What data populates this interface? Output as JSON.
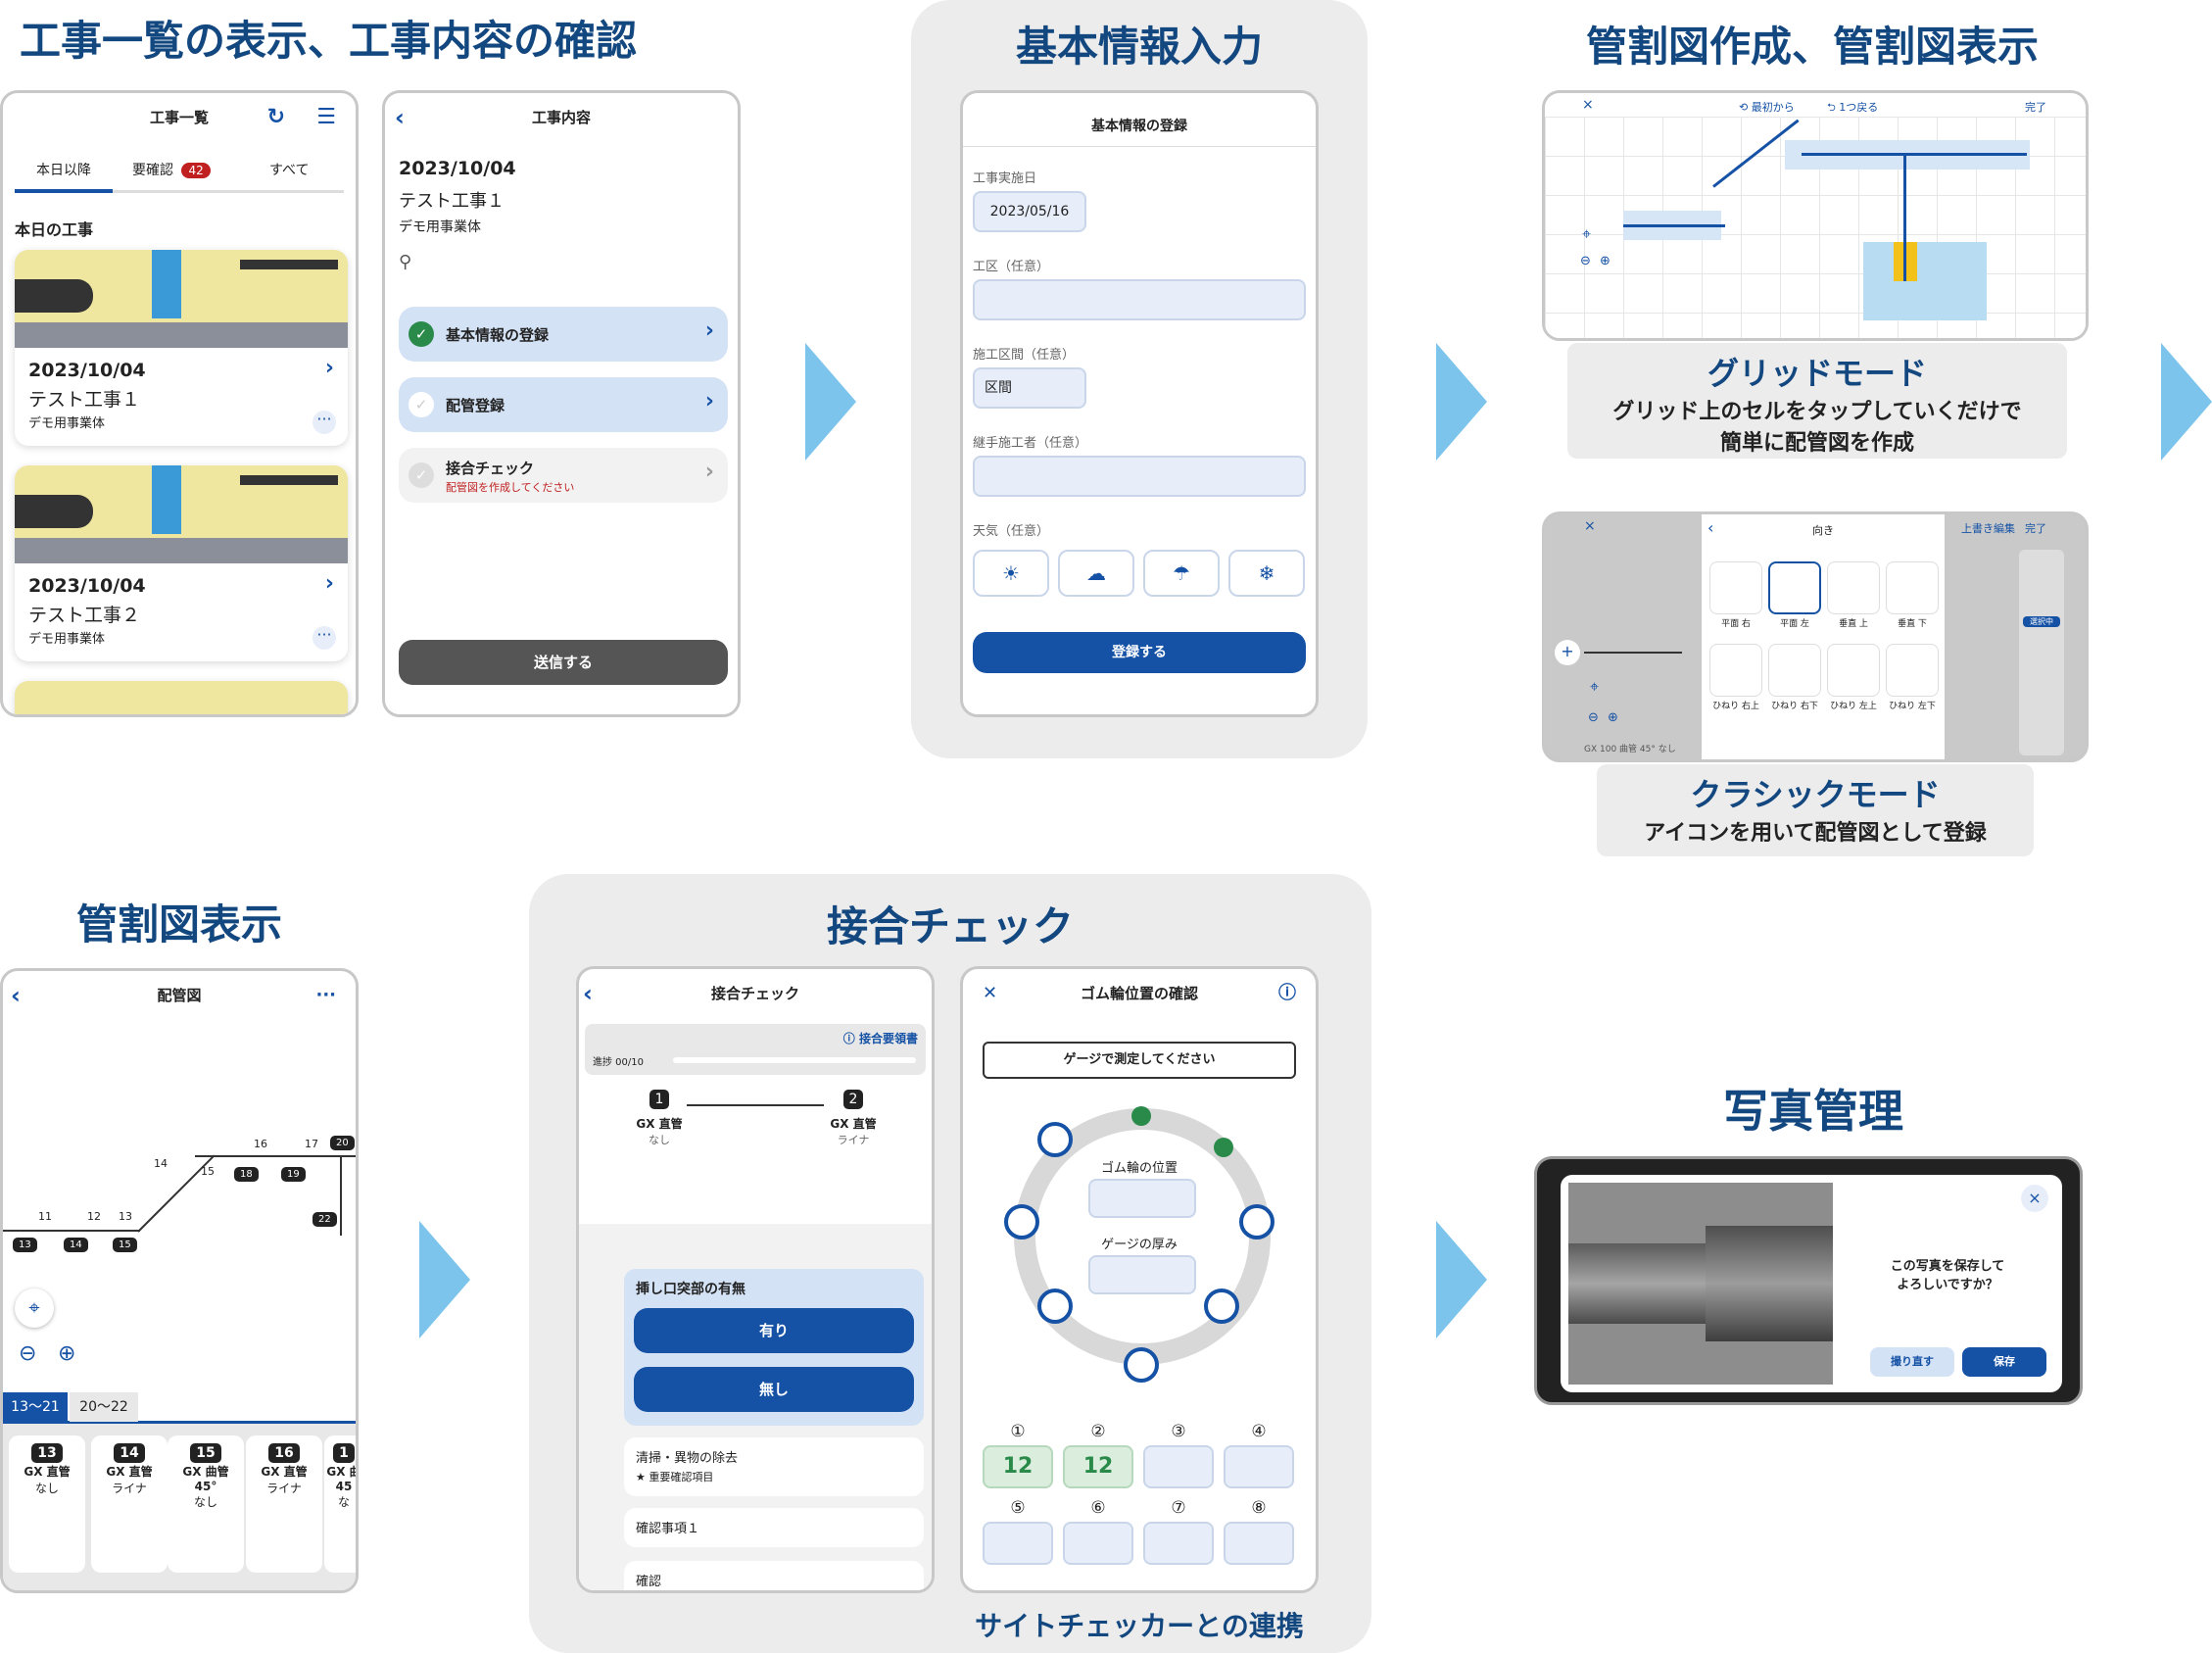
{
  "sections": {
    "list": "工事一覧の表示、工事内容の確認",
    "basic": "基本情報入力",
    "drawing": "管割図作成、管割図表示",
    "view": "管割図表示",
    "check": "接合チェック",
    "photo": "写真管理"
  },
  "list_screen": {
    "title": "工事一覧",
    "tabs": [
      "本日以降",
      "要確認",
      "すべて"
    ],
    "badge": "42",
    "section_label": "本日の工事",
    "items": [
      {
        "date": "2023/10/04",
        "name": "テスト工事１",
        "org": "デモ用事業体"
      },
      {
        "date": "2023/10/04",
        "name": "テスト工事２",
        "org": "デモ用事業体"
      }
    ]
  },
  "detail_screen": {
    "title": "工事内容",
    "date": "2023/10/04",
    "name": "テスト工事１",
    "org": "デモ用事業体",
    "rows": [
      {
        "label": "基本情報の登録",
        "sub": ""
      },
      {
        "label": "配管登録",
        "sub": ""
      },
      {
        "label": "接合チェック",
        "sub": "配管図を作成してください"
      }
    ],
    "send": "送信する"
  },
  "basic_screen": {
    "title": "基本情報の登録",
    "date_label": "工事実施日",
    "date_value": "2023/05/16",
    "area_label": "工区（任意）",
    "section_label": "施工区間（任意）",
    "section_value": "区間",
    "worker_label": "継手施工者（任意）",
    "weather_label": "天気（任意）",
    "weather": [
      "☀",
      "☁",
      "☂",
      "❄"
    ],
    "submit": "登録する"
  },
  "grid_screen": {
    "close": "×",
    "reset": "⟲ 最初から",
    "undo": "⮌ 1つ戻る",
    "done": "完了",
    "caption_title": "グリッドモード",
    "caption_line1": "グリッド上のセルをタップしていくだけで",
    "caption_line2": "簡単に配管図を作成"
  },
  "classic_screen": {
    "close": "×",
    "panel_title": "向き",
    "overwrite": "上書き編集",
    "done": "完了",
    "icons": [
      "平面 右",
      "平面 左",
      "垂直 上",
      "垂直 下",
      "ひねり 右上",
      "ひねり 右下",
      "ひねり 左上",
      "ひねり 左下"
    ],
    "selected": "選択中",
    "footer": "GX 100 曲管 45° なし",
    "caption_title": "クラシックモード",
    "caption_line1": "アイコンを用いて配管図として登録"
  },
  "view_screen": {
    "title": "配管図",
    "tabs": [
      "13～21",
      "20～22"
    ],
    "nodes": [
      "11",
      "12",
      "13",
      "14",
      "15",
      "16",
      "17",
      "18",
      "19",
      "20",
      "22",
      "13",
      "14",
      "15"
    ],
    "tiles": [
      {
        "num": "13",
        "type": "GX 直管",
        "sub": "なし",
        "angle": ""
      },
      {
        "num": "14",
        "type": "GX 直管",
        "sub": "ライナ",
        "angle": ""
      },
      {
        "num": "15",
        "type": "GX 曲管",
        "sub": "なし",
        "angle": "45°"
      },
      {
        "num": "16",
        "type": "GX 直管",
        "sub": "ライナ",
        "angle": ""
      },
      {
        "num": "1",
        "type": "GX 曲",
        "sub": "な",
        "angle": "45"
      }
    ]
  },
  "check_screen": {
    "title": "接合チェック",
    "link": "接合要領書",
    "progress": "進捗 00/10",
    "pipe1_num": "1",
    "pipe1_type": "GX 直管",
    "pipe1_sub": "なし",
    "pipe2_num": "2",
    "pipe2_type": "GX 直管",
    "pipe2_sub": "ライナ",
    "q1": "挿し口突部の有無",
    "yes": "有り",
    "no": "無し",
    "q2": "清掃・異物の除去",
    "q2_sub": "重要確認項目",
    "q3": "確認事項１",
    "q4": "確認"
  },
  "gauge_screen": {
    "title": "ゴム輪位置の確認",
    "bubble": "ゲージで測定してください",
    "pos_label": "ゴム輪の位置",
    "thick_label": "ゲージの厚み",
    "nums": [
      "①",
      "②",
      "③",
      "④",
      "⑤",
      "⑥",
      "⑦",
      "⑧"
    ],
    "values": [
      "12",
      "12",
      "",
      "",
      "",
      "",
      "",
      ""
    ],
    "caption": "サイトチェッカーとの連携"
  },
  "photo_screen": {
    "question1": "この写真を保存して",
    "question2": "よろしいですか？",
    "retake": "撮り直す",
    "save": "保存",
    "close": "×"
  },
  "colors": {
    "navy": "#13477f",
    "blue": "#1552a5",
    "arrow": "#7cc4ec",
    "panel": "#ececec",
    "green": "#2a8a4a"
  }
}
